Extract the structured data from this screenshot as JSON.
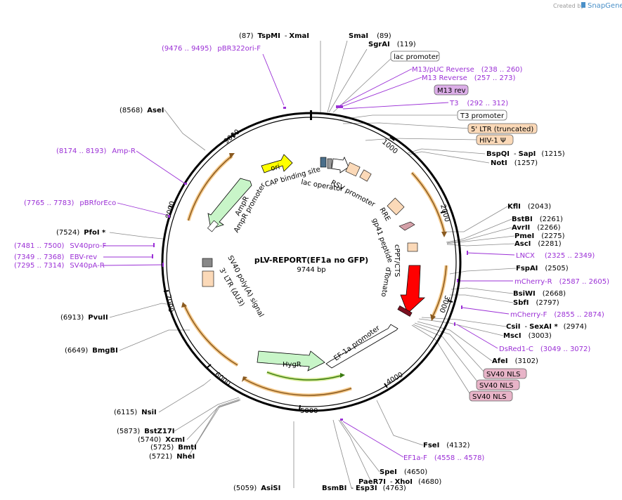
{
  "watermark": {
    "created_by": "Created by",
    "brand": "SnapGene"
  },
  "plasmid": {
    "name": "pLV-REPORT(EF1a no GFP)",
    "size": "9744 bp"
  },
  "scale_ticks": [
    "1000",
    "2000",
    "3000",
    "4000",
    "5000",
    "6000",
    "7000",
    "8000",
    "9000"
  ],
  "features_inner": [
    "ori",
    "CAP binding site",
    "lac operator",
    "RSV promoter",
    "AmpR",
    "AmpR promoter",
    "RRE",
    "gp41 peptide",
    "cPPT/CTS",
    "dTomato",
    "EF-1a promoter",
    "HygR",
    "SV40 poly(A) signal",
    "3' LTR (ΔU3)"
  ],
  "boxed_labels": [
    {
      "text": "lac promoter",
      "style": "white"
    },
    {
      "text": "M13 rev",
      "style": "purple"
    },
    {
      "text": "T3 promoter",
      "style": "white"
    },
    {
      "text": "5' LTR (truncated)",
      "style": "peach"
    },
    {
      "text": "HIV-1 Ψ",
      "style": "peach"
    },
    {
      "text": "SV40 NLS",
      "style": "pink"
    },
    {
      "text": "SV40 NLS",
      "style": "pink"
    },
    {
      "text": "SV40 NLS",
      "style": "pink"
    }
  ],
  "enzymes": [
    {
      "pos": "(87)",
      "name": "TspMI",
      "sep": "-",
      "name2": "XmaI"
    },
    {
      "pos": "(89)",
      "name": "SmaI"
    },
    {
      "pos": "(119)",
      "name": "SgrAI"
    },
    {
      "pos": "(8568)",
      "name": "AseI"
    },
    {
      "pos": "(1215)",
      "name": "BspQI",
      "sep": "-",
      "name2": "SapI"
    },
    {
      "pos": "(1257)",
      "name": "NotI"
    },
    {
      "pos": "(2043)",
      "name": "KflI"
    },
    {
      "pos": "(2261)",
      "name": "BstBI"
    },
    {
      "pos": "(2266)",
      "name": "AvrII"
    },
    {
      "pos": "(2275)",
      "name": "PmeI"
    },
    {
      "pos": "(2281)",
      "name": "AscI"
    },
    {
      "pos": "(2505)",
      "name": "FspAI"
    },
    {
      "pos": "(2668)",
      "name": "BsiWI"
    },
    {
      "pos": "(2797)",
      "name": "SbfI"
    },
    {
      "pos": "(2974)",
      "name": "CsiI",
      "sep": "-",
      "name2": "SexAI *"
    },
    {
      "pos": "(3003)",
      "name": "MscI"
    },
    {
      "pos": "(3102)",
      "name": "AfeI"
    },
    {
      "pos": "(4132)",
      "name": "FseI"
    },
    {
      "pos": "(4650)",
      "name": "SpeI"
    },
    {
      "pos": "(4680)",
      "name": "PaeR7I",
      "sep": "-",
      "name2": "XhoI"
    },
    {
      "pos": "(4763)",
      "name": "BsmBI",
      "sep": "-",
      "name2": "Esp3I"
    },
    {
      "pos": "(5059)",
      "name": "AsiSI"
    },
    {
      "pos": "(5721)",
      "name": "NheI"
    },
    {
      "pos": "(5725)",
      "name": "BmtI"
    },
    {
      "pos": "(5740)",
      "name": "XcmI"
    },
    {
      "pos": "(5873)",
      "name": "BstZ17I"
    },
    {
      "pos": "(6115)",
      "name": "NsiI"
    },
    {
      "pos": "(6649)",
      "name": "BmgBI"
    },
    {
      "pos": "(6913)",
      "name": "PvuII"
    },
    {
      "pos": "(7524)",
      "name": "PfoI *"
    }
  ],
  "primers": [
    {
      "range": "(9476 .. 9495)",
      "name": "pBR322ori-F"
    },
    {
      "range": "(238 .. 260)",
      "name": "M13/pUC Reverse"
    },
    {
      "range": "(257 .. 273)",
      "name": "M13 Reverse"
    },
    {
      "range": "(292 .. 312)",
      "name": "T3"
    },
    {
      "range": "(8174 .. 8193)",
      "name": "Amp-R"
    },
    {
      "range": "(7765 .. 7783)",
      "name": "pBRforEco"
    },
    {
      "range": "(7481 .. 7500)",
      "name": "SV40pro-F"
    },
    {
      "range": "(7349 .. 7368)",
      "name": "EBV-rev"
    },
    {
      "range": "(7295 .. 7314)",
      "name": "SV40pA-R"
    },
    {
      "range": "(2325 .. 2349)",
      "name": "LNCX"
    },
    {
      "range": "(2587 .. 2605)",
      "name": "mCherry-R"
    },
    {
      "range": "(2855 .. 2874)",
      "name": "mCherry-F"
    },
    {
      "range": "(3049 .. 3072)",
      "name": "DsRed1-C"
    },
    {
      "range": "(4558 .. 4578)",
      "name": "EF1a-F"
    }
  ]
}
